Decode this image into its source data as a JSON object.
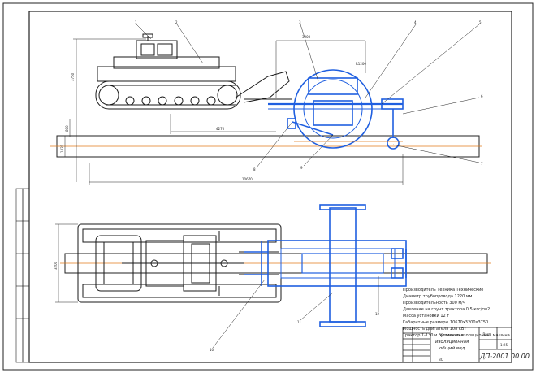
{
  "colors": {
    "frame": "#222222",
    "machine": "#1a1a1a",
    "assembly": "#1f5fe0",
    "pipe_axis": "#e07a1a",
    "background": "#ffffff"
  },
  "drawing": {
    "part_numbers": {
      "top_1": "1",
      "top_2": "2",
      "top_3": "3",
      "top_4": "4",
      "top_5": "5",
      "right_6": "6",
      "right_7": "7",
      "bottom_8": "8",
      "bottom_9": "9",
      "plan_10": "10",
      "plan_11": "11",
      "plan_12": "12"
    },
    "dimensions": {
      "height_left": "3750",
      "width_top": "3000",
      "track_base": "4270",
      "overall_length": "10670",
      "radius": "R1200",
      "ground_gap": "800",
      "pipe_dia": "1420",
      "plan_width": "3200"
    },
    "notes": [
      "Производитель Техника Технические",
      "Диаметр трубопровода 1220 мм",
      "Производительность 300 м/ч",
      "Давление на грунт трактора 0,5 кгс/см2",
      "Масса установки 12 т",
      "Габаритные размеры 10670х3200х3750",
      "Мощность двигателя 108 кВт",
      "Трактор Т-130 и сушильно-изоляционная машина"
    ]
  },
  "title_block": {
    "name_line1": "Установка",
    "name_line2": "изоляционная",
    "name_line3": "общий вид",
    "sheet_label": "Лист",
    "scale": "1:25",
    "doc_code": "ДП-2001.00.00",
    "org": "ВО"
  }
}
